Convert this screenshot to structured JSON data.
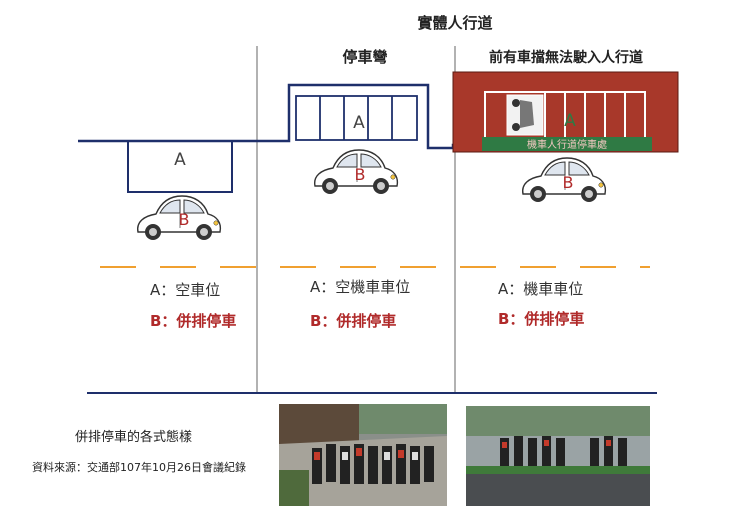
{
  "header": {
    "sidewalk_title": "實體人行道"
  },
  "scenarios": [
    {
      "title": "",
      "space_label": "A",
      "car_label": "B",
      "legend_a": "A：空車位",
      "legend_b": "B：併排停車"
    },
    {
      "title": "停車彎",
      "space_label": "A",
      "car_label": "B",
      "legend_a": "A：空機車車位",
      "legend_b": "B：併排停車"
    },
    {
      "title": "前有車擋無法駛入人行道",
      "space_label": "A",
      "car_label": "B",
      "legend_a": "A：機車車位",
      "legend_b": "B：併排停車",
      "sign_text": "機車人行道停車處"
    }
  ],
  "caption": {
    "title": "併排停車的各式態樣",
    "source": "資料來源：交通部107年10月26日會議紀錄"
  },
  "colors": {
    "line": "#1e2f6b",
    "label_a": "#444444",
    "label_b": "#b02a2a",
    "dash": "#f0a030",
    "sidewalk_red": "#a8382a",
    "sign_green": "#2f7a44"
  }
}
